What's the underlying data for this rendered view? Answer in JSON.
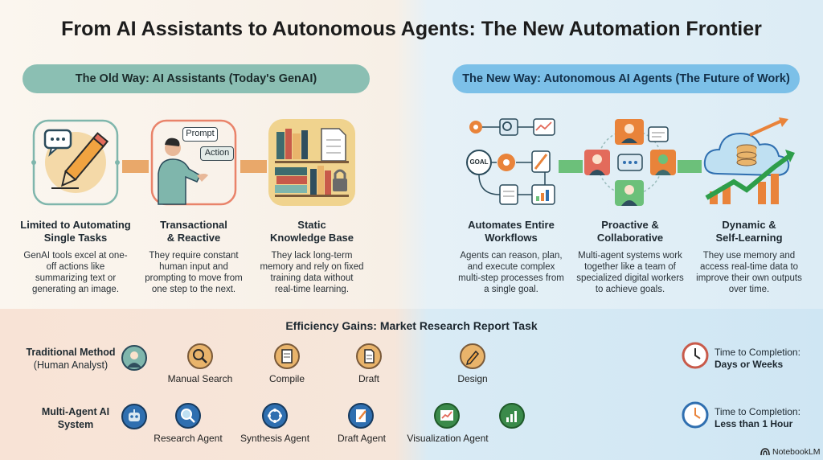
{
  "title": "From AI Assistants to Autonomous Agents: The New Automation Frontier",
  "old_way": {
    "heading": "The Old Way: AI Assistants (Today's GenAI)",
    "prompt_label": "Prompt",
    "action_label": "Action",
    "columns": [
      {
        "title": "Limited to Automating\nSingle Tasks",
        "desc": "GenAI tools excel at one-\noff actions like\nsummarizing text or\ngenerating an image."
      },
      {
        "title": "Transactional\n& Reactive",
        "desc": "They require constant\nhuman input and\nprompting to move from\none step to the next."
      },
      {
        "title": "Static\nKnowledge Base",
        "desc": "They lack long-term\nmemory and rely on fixed\ntraining data without\nreal-time learning."
      }
    ]
  },
  "new_way": {
    "heading": "The New Way: Autonomous AI Agents (The Future of Work)",
    "goal_label": "GOAL",
    "columns": [
      {
        "title": "Automates Entire\nWorkflows",
        "desc": "Agents can reason, plan,\nand execute complex\nmulti-step processes from\na single goal."
      },
      {
        "title": "Proactive &\nCollaborative",
        "desc": "Multi-agent systems work\ntogether like a team of\nspecialized digital workers\nto achieve goals."
      },
      {
        "title": "Dynamic &\nSelf-Learning",
        "desc": "They use memory and\naccess real-time data to\nimprove their own outputs\nover time."
      }
    ]
  },
  "efficiency": {
    "title": "Efficiency Gains: Market Research Report Task",
    "traditional": {
      "label_bold": "Traditional Method",
      "label_sub": "(Human Analyst)",
      "steps": [
        "Manual Search",
        "Compile",
        "Draft",
        "Design"
      ],
      "time_label": "Time to Completion:",
      "time_value": "Days or Weeks"
    },
    "multi_agent": {
      "label_bold": "Multi-Agent AI\nSystem",
      "steps": [
        "Research Agent",
        "Synthesis Agent",
        "Draft Agent",
        "Visualization Agent"
      ],
      "time_label": "Time to Completion:",
      "time_value": "Less than 1 Hour"
    }
  },
  "brand": "NotebookLM",
  "colors": {
    "old_pill": "#8bbfb3",
    "new_pill": "#7cc0e8",
    "old_step_circle": "#e9b46b",
    "new_step_circle": "#2f6fb0",
    "connector_orange": "#e9a86a",
    "connector_green": "#6cc07a"
  }
}
